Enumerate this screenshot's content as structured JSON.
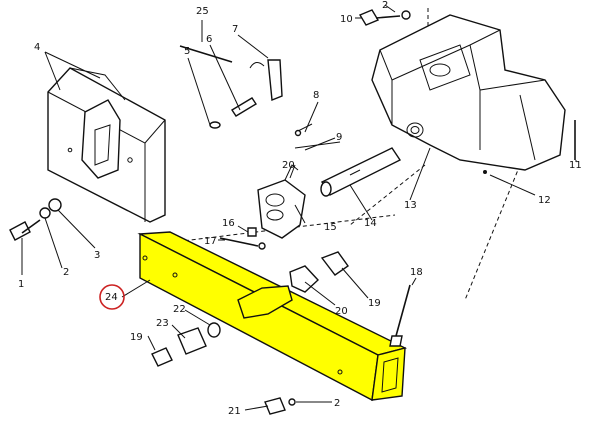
{
  "diagram": {
    "highlight_color": "#ffff00",
    "callout_color": "#cc2222",
    "labels": [
      "1",
      "2",
      "2",
      "3",
      "4",
      "5",
      "6",
      "7",
      "8",
      "9",
      "10",
      "11",
      "12",
      "13",
      "14",
      "15",
      "16",
      "17",
      "18",
      "19",
      "19",
      "20",
      "20",
      "21",
      "22",
      "23",
      "24",
      "25"
    ]
  }
}
